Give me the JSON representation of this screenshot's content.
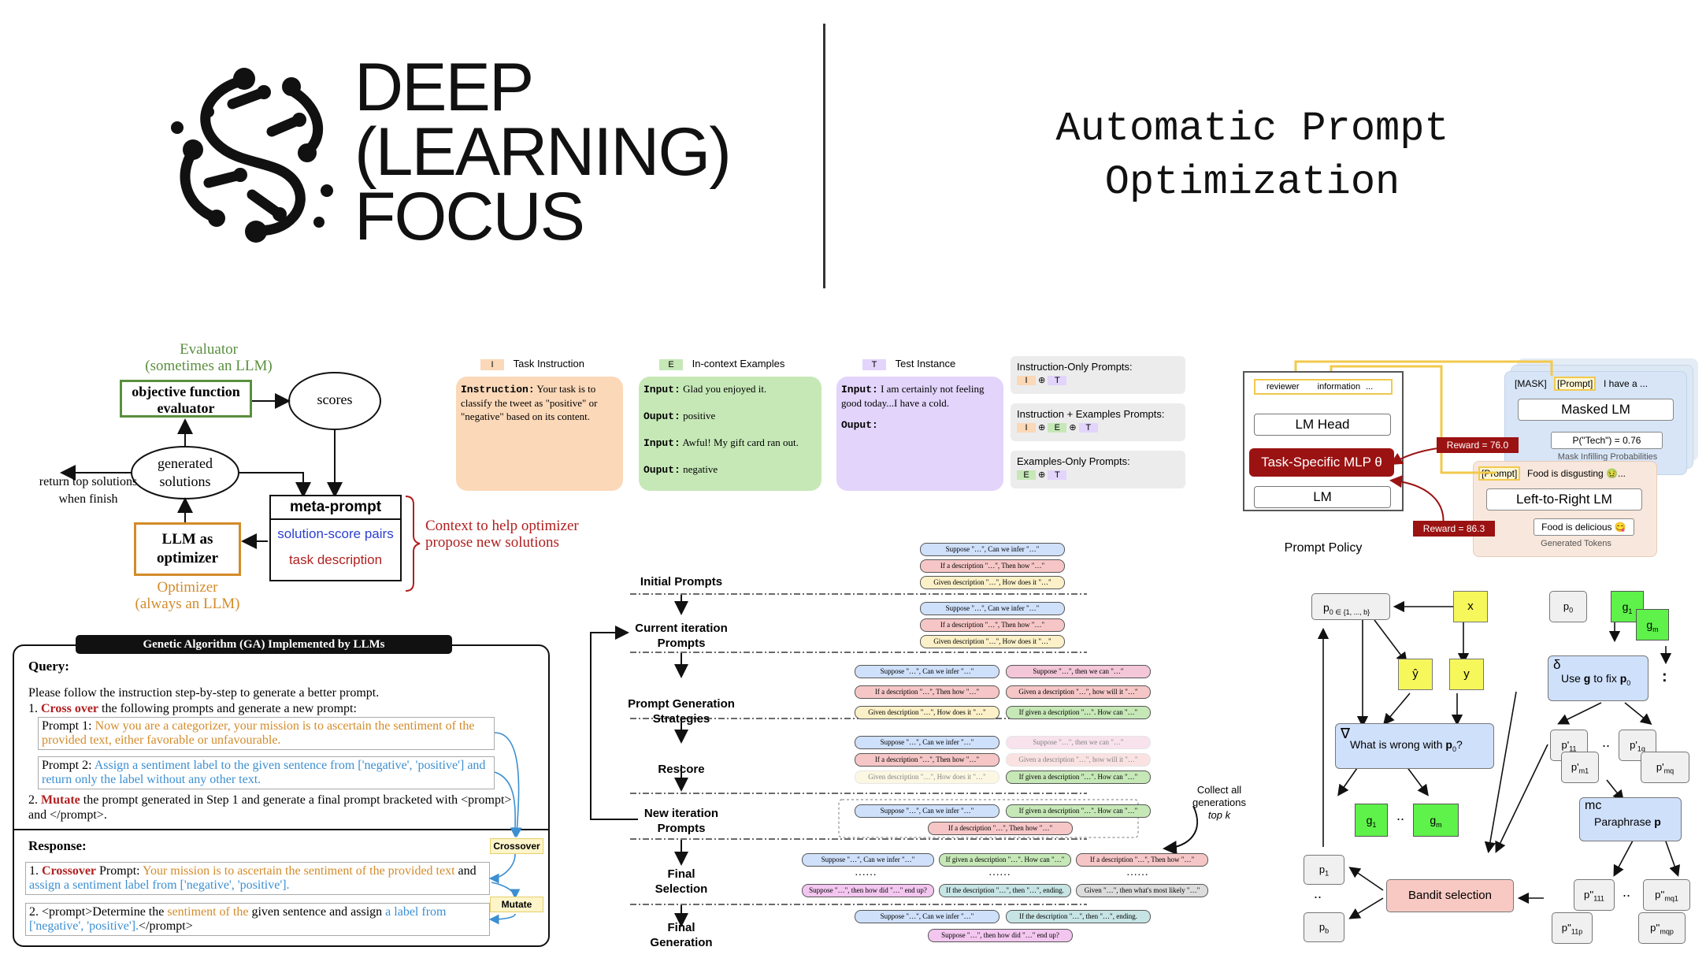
{
  "header": {
    "logo_text": "DEEP (LEARNING) FOCUS",
    "logo_lines": [
      "DEEP",
      "(LEARNING)",
      "FOCUS"
    ],
    "title_lines": [
      "Automatic Prompt",
      "Optimization"
    ]
  },
  "opro": {
    "evaluator_label": "Evaluator",
    "evaluator_sub": "(sometimes an LLM)",
    "obj_fn_1": "objective function",
    "obj_fn_2": "evaluator",
    "scores": "scores",
    "generated_1": "generated",
    "generated_2": "solutions",
    "return_1": "return top solutions",
    "return_2": "when finish",
    "meta_prompt": "meta-prompt",
    "solution_score": "solution-score pairs",
    "task_desc": "task description",
    "llm_1": "LLM as",
    "llm_2": "optimizer",
    "optimizer_label": "Optimizer",
    "optimizer_sub": "(always an LLM)",
    "context_1": "Context to help optimizer",
    "context_2": "propose new solutions"
  },
  "ga": {
    "title": "Genetic Algorithm (GA) Implemented by LLMs",
    "query_label": "Query:",
    "intro": "Please follow the instruction step-by-step to generate a better prompt.",
    "step1_num": "1. ",
    "step1_kw": "Cross over",
    "step1_rest": " the following prompts and generate a new prompt:",
    "p1_label": "Prompt 1: ",
    "p1_text": "Now you are a categorizer, your mission is to ascertain the sentiment of the provided text, either favorable or unfavourable.",
    "p2_label": "Prompt 2: ",
    "p2_text": "Assign a sentiment label to the given sentence from ['negative', 'positive'] and return only the label without any other text.",
    "step2_num": "2. ",
    "step2_kw": "Mutate",
    "step2_rest": " the prompt generated in Step 1 and generate a final prompt bracketed with <prompt> and </prompt>.",
    "response_label": "Response:",
    "r1_num": "1. ",
    "r1_kw": "Crossover",
    "r1_rest": " Prompt: ",
    "r1_orange": "Your mission is to ascertain the sentiment of the provided text",
    "r1_and": " and ",
    "r1_blue": "assign a sentiment label from ['negative', 'positive'].",
    "r2_num": "2. ",
    "r2_pre": "<prompt>Determine the ",
    "r2_orange": "sentiment of the",
    "r2_mid": " given sentence and assign ",
    "r2_blue": "a label from ['negative', 'positive'].",
    "r2_end": "</prompt>",
    "tag_crossover": "Crossover",
    "tag_mutate": "Mutate"
  },
  "legend": {
    "i_tag": "I",
    "i_label": "Task Instruction",
    "e_tag": "E",
    "e_label": "In-context Examples",
    "t_tag": "T",
    "t_label": "Test Instance"
  },
  "cards": {
    "instr_kw": "Instruction:",
    "instr_text": " Your task is to classify the tweet as \"positive\" or \"negative\" based on its content.",
    "in1_kw": "Input:",
    "in1_text": " Glad you enjoyed it.",
    "out1_kw": "Ouput:",
    "out1_text": " positive",
    "in2_kw": "Input:",
    "in2_text": " Awful! My gift card ran out.",
    "out2_kw": "Ouput:",
    "out2_text": " negative",
    "in3_kw": "Input:",
    "in3_text": " I am certainly not feeling good today...I have a cold.",
    "out3_kw": "Ouput:"
  },
  "prompt_types": {
    "p1_title": "Instruction-Only Prompts:",
    "p2_title": "Instruction + Examples Prompts:",
    "p3_title": "Examples-Only Prompts:",
    "plus": "⊕"
  },
  "rlprompt": {
    "reviewer": "reviewer",
    "information": "information",
    "ellipsis": "...",
    "lm_head": "LM Head",
    "mlp": "Task-Specific MLP θ",
    "lm": "LM",
    "policy": "Prompt Policy",
    "reward1": "Reward = 76.0",
    "reward2": "Reward = 86.3",
    "mask": "[MASK]",
    "prompt_tag": "[Prompt]",
    "have_a": "I have a ...",
    "masked_lm": "Masked LM",
    "p_tech": "P(\"Tech\") = 0.76",
    "mask_probs": "Mask Infilling Probabilities",
    "disgusting": "Food is disgusting 🤢...",
    "ltr_lm": "Left-to-Right LM",
    "delicious": "Food is delicious 😋",
    "gen_tokens": "Generated Tokens"
  },
  "evo": {
    "stages": [
      "Initial Prompts",
      "Current iteration\nPrompts",
      "Prompt Generation\nStrategies",
      "Rescore",
      "New iteration\nPrompts",
      "Final\nSelection",
      "Final\nGeneration"
    ],
    "collect_1": "Collect all",
    "collect_2": "generations",
    "collect_3": "top k",
    "pill_a": "Suppose \"…\", Can we infer \"…\"",
    "pill_b": "If a description \"…\", Then how \"…\"",
    "pill_c": "Given description \"…\", How does it \"…\"",
    "pill_d": "Suppose \"…\", then we can \"…\"",
    "pill_e": "Given a description \"…\", how will it \"…\"",
    "pill_f": "If given a description \"…\". How can \"…\"",
    "pill_g": "If given a description \"…\". How can \"…\"",
    "pill_h": "If a description \"…\", Then how \"…\"",
    "pill_i": "If a description \"…\", Then how \"…\"",
    "pill_j": "Suppose \"…\", then how did \"…\" end up?",
    "pill_k": "If the description \"…\", then \"…\", ending.",
    "pill_l": "Given \"…\", then what's most likely \"…\"",
    "pill_m": "If the description \"…\", then \"…\", ending.",
    "pill_n": "Suppose \"…\", then how did \"…\" end up?",
    "dots": "……"
  },
  "protegi": {
    "p0": "p",
    "x": "x",
    "yhat": "ŷ",
    "y": "y",
    "grad_q": "What is wrong with ",
    "grad_p": "p",
    "g1": "g",
    "gm": "g",
    "fix_pre": "Use ",
    "fix_g": "g",
    "fix_mid": " to fix ",
    "fix_p": "p",
    "mc": "mc",
    "paraphrase": "Paraphrase ",
    "paraphrase_p": "p",
    "bandit": "Bandit selection",
    "dots": "..",
    "colon": ":"
  },
  "colors": {
    "green": "#5a8f3e",
    "orange": "#d38b2a",
    "red": "#b02020",
    "blue": "#2b3fd1",
    "peach": "#fbd8b8",
    "mint": "#c6e8b7",
    "lavender": "#e2d4fb",
    "crimson": "#9b1212",
    "lime": "#5ef24a",
    "yellow": "#f6f75a",
    "lightblue": "#cfe0fb"
  }
}
